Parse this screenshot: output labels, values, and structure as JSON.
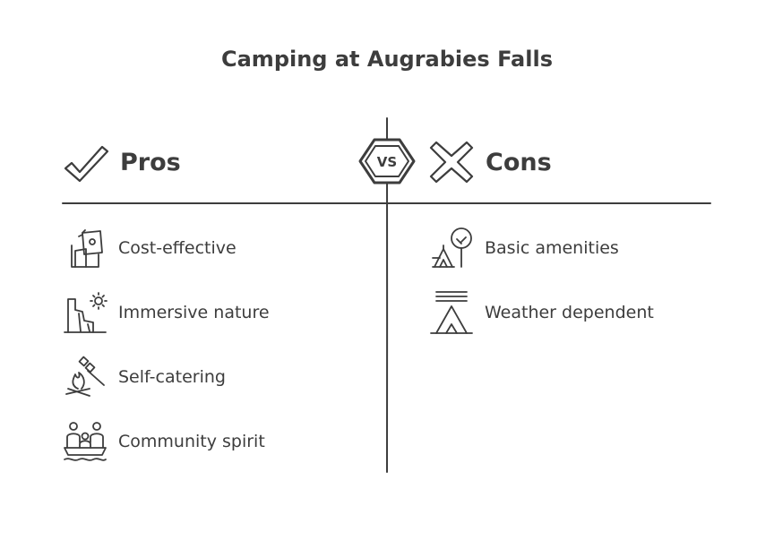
{
  "title": "Camping at Augrabies Falls",
  "vs_label": "VS",
  "pros": {
    "heading": "Pros",
    "items": [
      {
        "label": "Cost-effective",
        "icon": "money-bag-icon"
      },
      {
        "label": "Immersive nature",
        "icon": "waterfall-sun-icon"
      },
      {
        "label": "Self-catering",
        "icon": "campfire-marshmallow-icon"
      },
      {
        "label": "Community spirit",
        "icon": "people-boat-icon"
      }
    ]
  },
  "cons": {
    "heading": "Cons",
    "items": [
      {
        "label": "Basic amenities",
        "icon": "tent-tree-icon"
      },
      {
        "label": "Weather dependent",
        "icon": "tent-wind-icon"
      }
    ]
  },
  "colors": {
    "ink": "#3d3d3d",
    "background": "#ffffff"
  }
}
